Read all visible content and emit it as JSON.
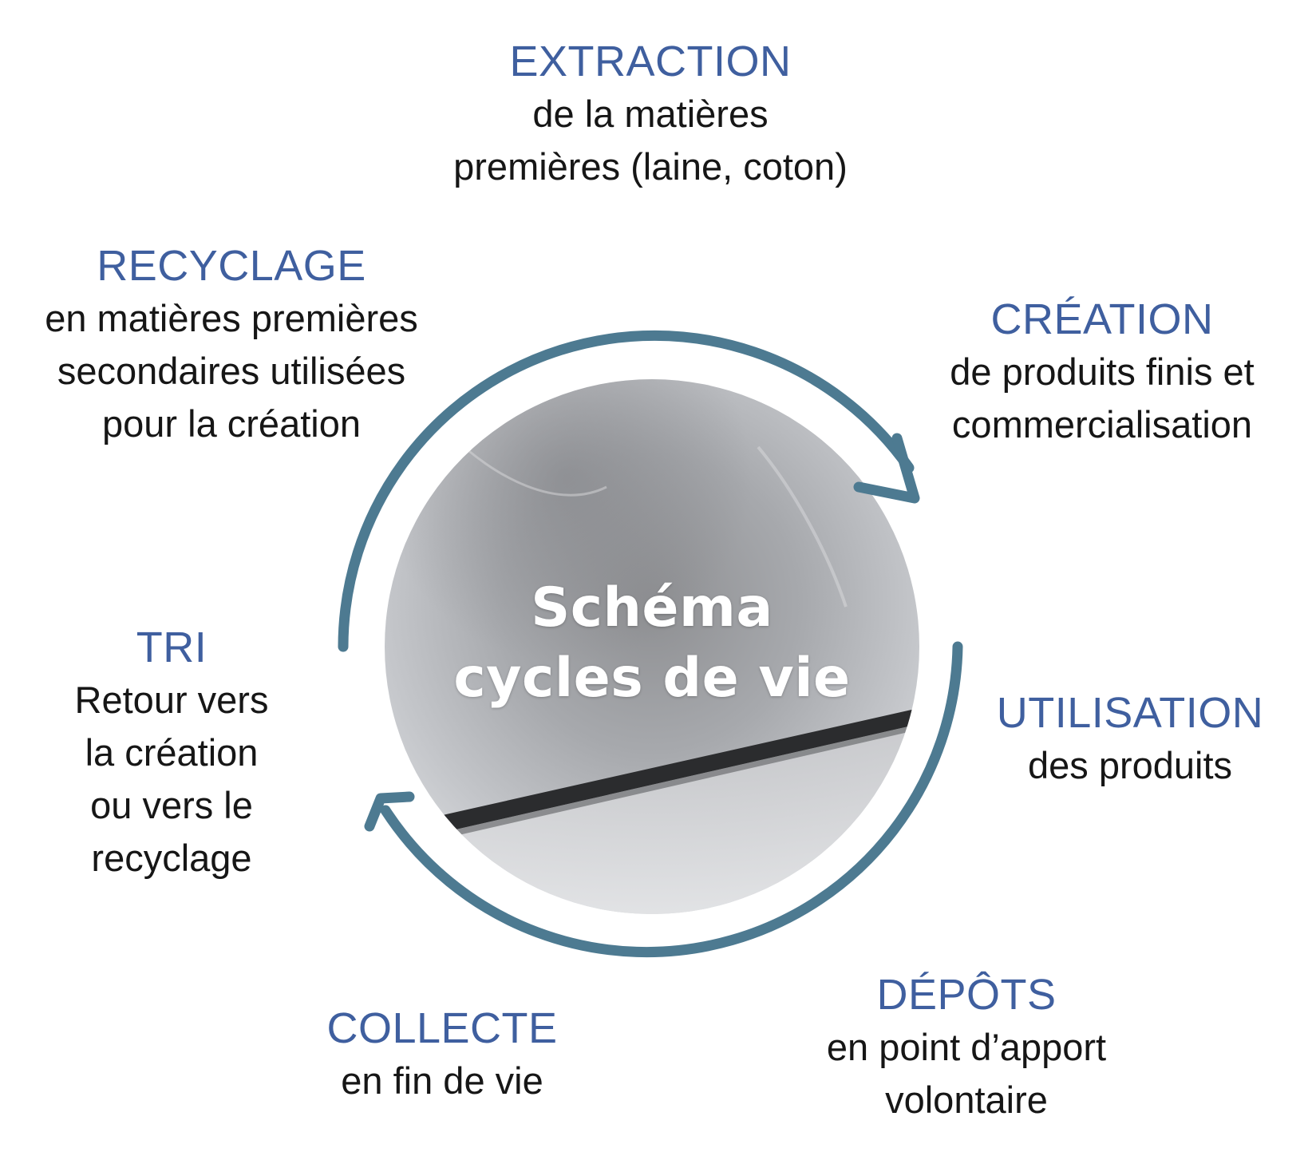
{
  "center": {
    "line1": "Schéma",
    "line2": "cycles de vie"
  },
  "colors": {
    "title_blue": "#3f5f9f",
    "arrow_teal": "#4d7a91",
    "text_dark": "#161616"
  },
  "steps": {
    "extraction": {
      "title": "EXTRACTION",
      "line1": "de la matières",
      "line2": "premières (laine, coton)"
    },
    "creation": {
      "title": "CRÉATION",
      "line1": "de produits finis et",
      "line2": "commercialisation"
    },
    "utilisation": {
      "title": "UTILISATION",
      "line1": "des produits"
    },
    "depots": {
      "title": "DÉPÔTS",
      "line1": "en point d’apport",
      "line2": "volontaire"
    },
    "collecte": {
      "title": "COLLECTE",
      "line1": "en fin de vie"
    },
    "tri": {
      "title": "TRI",
      "line1": "Retour vers",
      "line2": "la création",
      "line3": "ou vers le",
      "line4": "recyclage"
    },
    "recyclage": {
      "title": "RECYCLAGE",
      "line1": "en matières premières",
      "line2": "secondaires utilisées",
      "line3": "pour la création"
    }
  }
}
